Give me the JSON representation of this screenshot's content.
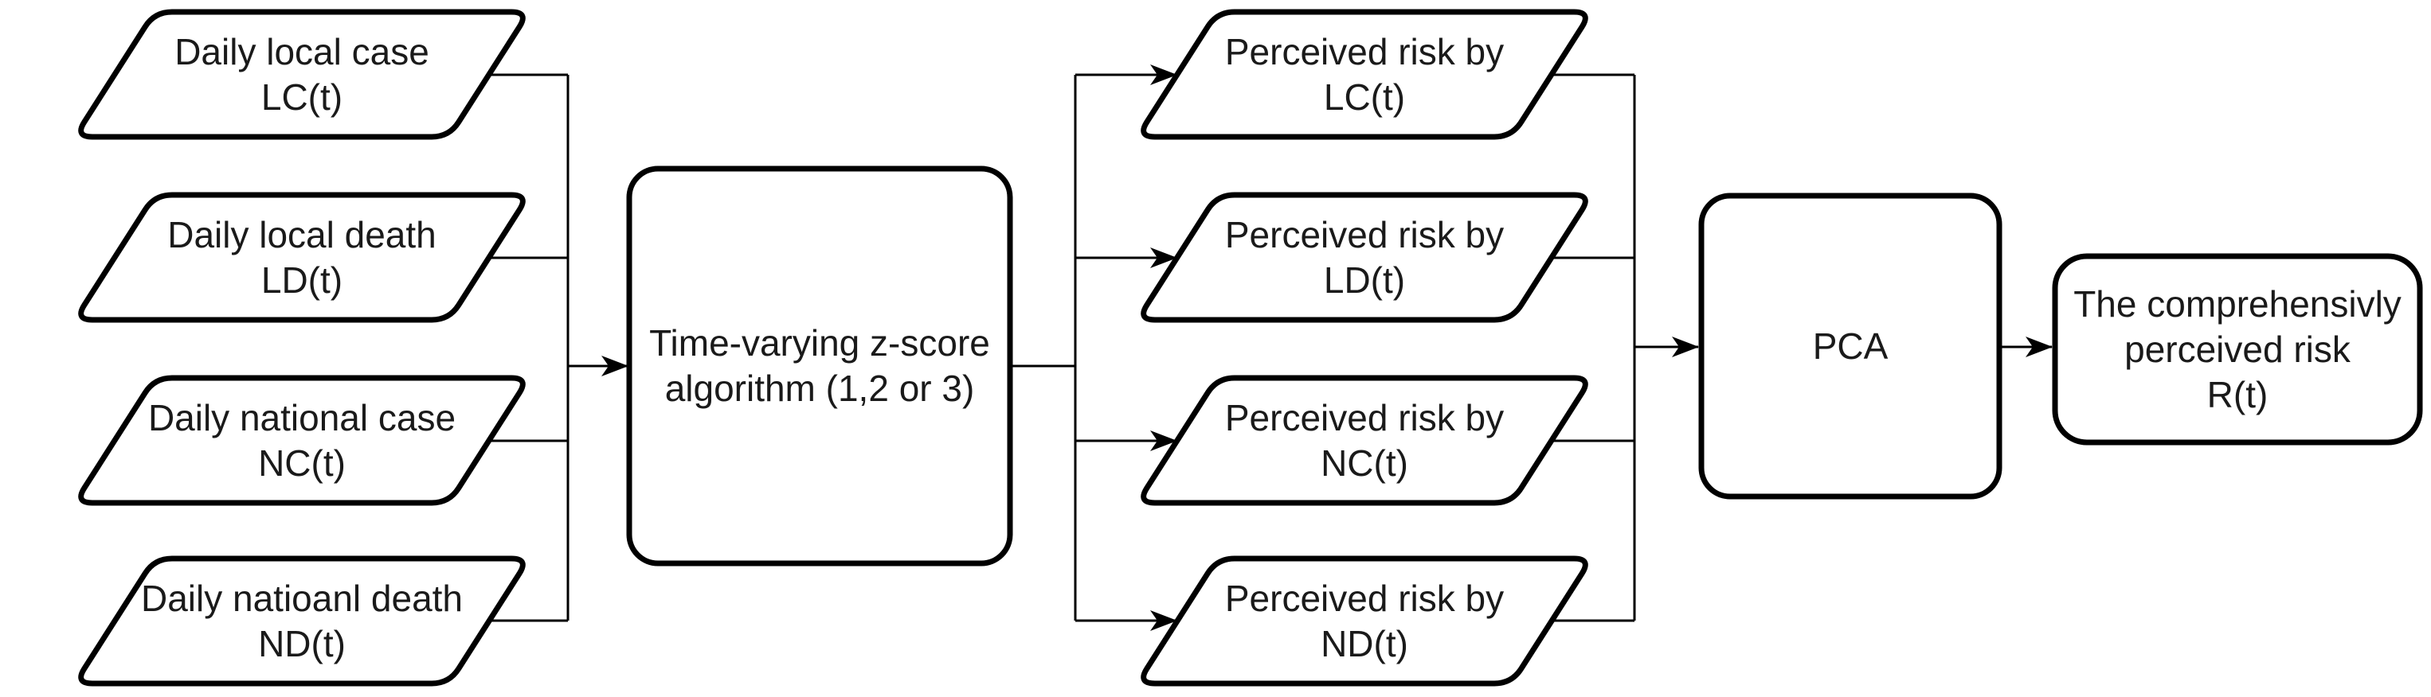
{
  "figure": {
    "colors": {
      "background": "#ffffff",
      "shape_stroke": "#000000",
      "shape_fill": "#ffffff",
      "text": "#1a1a1a"
    },
    "inputs": [
      {
        "label": "Daily local case\nLC(t)"
      },
      {
        "label": "Daily local death\nLD(t)"
      },
      {
        "label": "Daily national case\nNC(t)"
      },
      {
        "label": "Daily natioanl death\nND(t)"
      }
    ],
    "algorithm": {
      "label": "Time-varying z-score\nalgorithm (1,2 or 3)"
    },
    "perceived_risks": [
      {
        "label": "Perceived risk by\nLC(t)"
      },
      {
        "label": "Perceived risk by\nLD(t)"
      },
      {
        "label": "Perceived risk by\nNC(t)"
      },
      {
        "label": "Perceived risk by\nND(t)"
      }
    ],
    "pca": {
      "label": "PCA"
    },
    "result": {
      "label": "The comprehensivly\nperceived risk\nR(t)"
    }
  }
}
